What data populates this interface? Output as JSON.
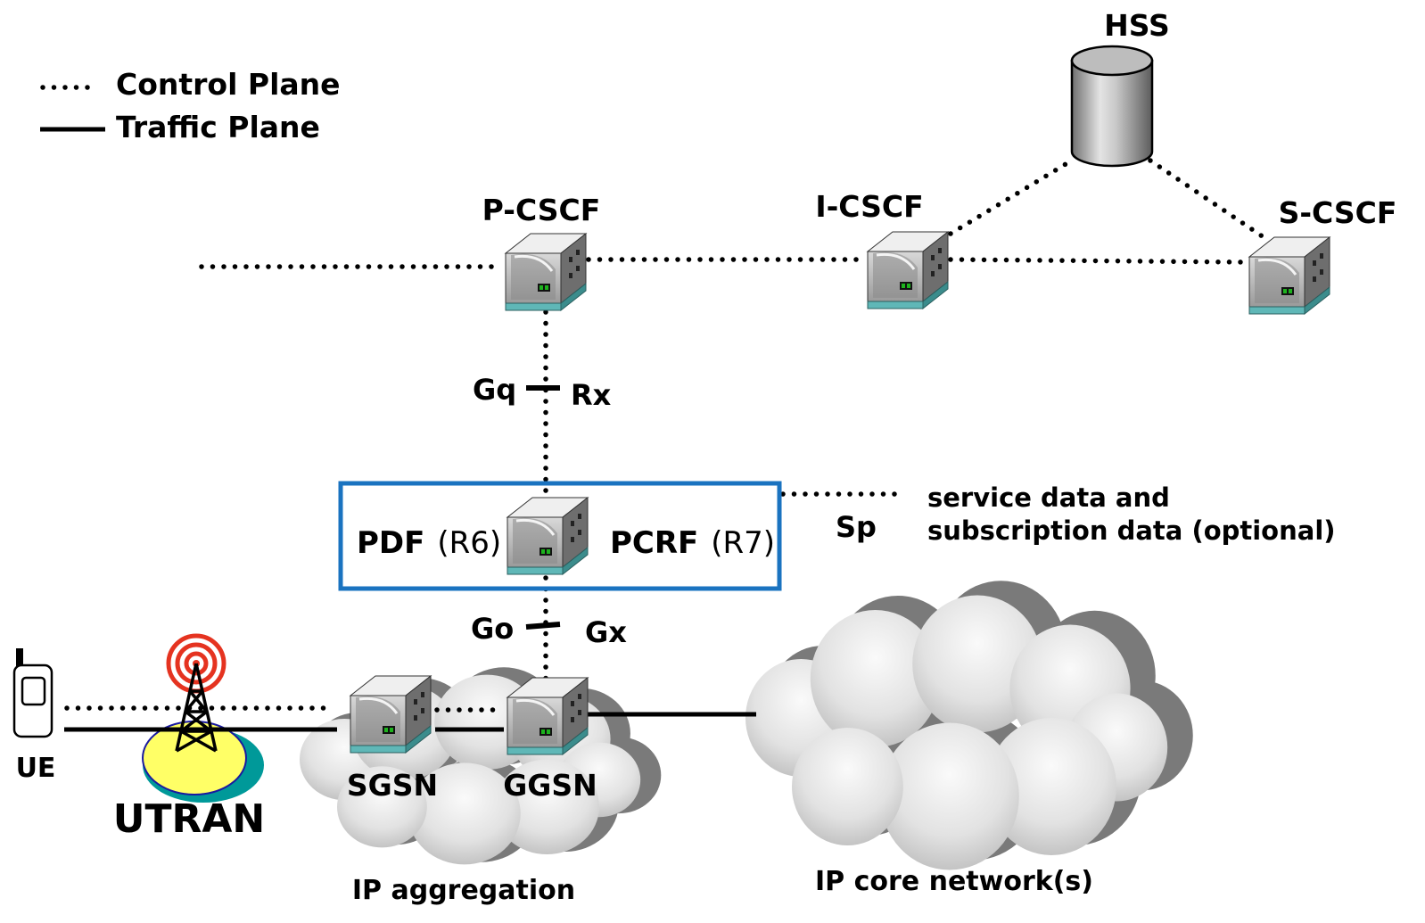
{
  "legend": {
    "control": "Control Plane",
    "traffic": "Traffic Plane"
  },
  "nodes": {
    "hss": "HSS",
    "pcscf": "P-CSCF",
    "icscf": "I-CSCF",
    "scscf": "S-CSCF",
    "pdf": "PDF",
    "pdf_rel": "(R6)",
    "pcrf": "PCRF",
    "pcrf_rel": "(R7)",
    "sgsn": "SGSN",
    "ggsn": "GGSN",
    "ue": "UE",
    "utran": "UTRAN"
  },
  "interfaces": {
    "gq": "Gq",
    "rx": "Rx",
    "go": "Go",
    "gx": "Gx",
    "sp": "Sp"
  },
  "notes": {
    "service_line1": "service data and",
    "service_line2": "subscription data (optional)",
    "ip_aggregation": "IP aggregation",
    "ip_core": "IP core network(s)"
  },
  "colors": {
    "policy_box": "#1a73c0",
    "radio_waves": "#e53320",
    "utran_cell": "#ffff66",
    "utran_shadow": "#009999",
    "utran_border": "#1a1aa0",
    "server_teal": "#5fb7b7",
    "server_led": "#1db31d",
    "cloud_shadow": "#7a7a7a"
  },
  "icons": {
    "server": "server-icon",
    "database": "database-icon",
    "phone": "mobile-phone-icon",
    "tower": "radio-tower-icon",
    "cloud": "cloud-icon"
  }
}
